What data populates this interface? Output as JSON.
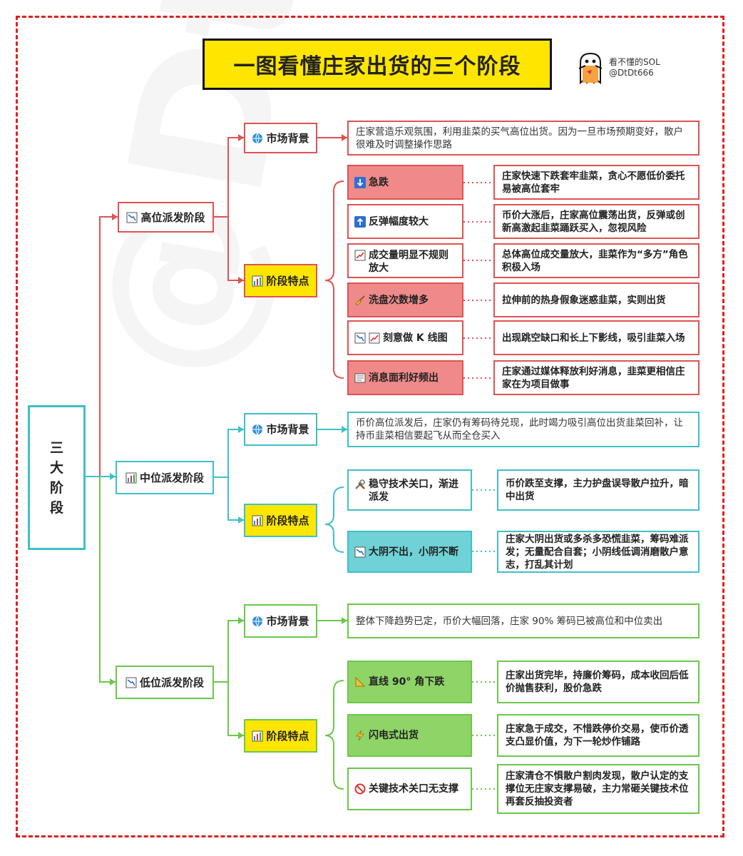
{
  "title": "一图看懂庄家出货的三个阶段",
  "author": {
    "name": "看不懂的SOL",
    "handle": "@DtDt666"
  },
  "root": "三大阶段",
  "colors": {
    "red": "#e05252",
    "cyan": "#3fc0c8",
    "green": "#6ac84a",
    "yellow": "#ffe600",
    "frame": "#e02020"
  },
  "stages": [
    {
      "name": "高位派发阶段",
      "icon": "chart-down-icon",
      "background_label": "市场背景",
      "background_text": "庄家营造乐观氛围，利用韭菜的买气高位出货。因为一旦市场预期变好，散户很难及时调整操作思路",
      "features_label": "阶段特点",
      "features": [
        {
          "label": "急跌",
          "icon": "down-arrow-icon",
          "filled": true,
          "desc": "庄家快速下跌套牢韭菜，贪心不愿低价委托易被高位套牢"
        },
        {
          "label": "反弹幅度较大",
          "icon": "up-arrow-icon",
          "filled": false,
          "desc": "币价大涨后，庄家高位震荡出货，反弹或创新高激起韭菜踊跃买入，忽视风险"
        },
        {
          "label": "成交量明显不规则放大",
          "icon": "chart-up-icon",
          "filled": false,
          "desc": "总体高位成交量放大，韭菜作为“多方”角色积极入场"
        },
        {
          "label": "洗盘次数增多",
          "icon": "broom-icon",
          "filled": true,
          "desc": "拉伸前的热身假象迷惑韭菜，实则出货"
        },
        {
          "label": "刻意做 K 线图",
          "icon": "chart-down-up-icon",
          "filled": false,
          "desc": "出现跳空缺口和长上下影线，吸引韭菜入场"
        },
        {
          "label": "消息面利好频出",
          "icon": "newspaper-icon",
          "filled": true,
          "desc": "庄家通过媒体释放利好消息，韭菜更相信庄家在为项目做事"
        }
      ]
    },
    {
      "name": "中位派发阶段",
      "icon": "bar-chart-icon",
      "background_label": "市场背景",
      "background_text": "币价高位派发后，庄家仍有筹码待兑现，此时竭力吸引高位出货韭菜回补，让持币韭菜相信要起飞从而全仓买入",
      "features_label": "阶段特点",
      "features": [
        {
          "label": "稳守技术关口，渐进派发",
          "icon": "tools-icon",
          "filled": false,
          "desc": "币价跌至支撑，主力护盘误导散户拉升，暗中出货"
        },
        {
          "label": "大阴不出，小阴不断",
          "icon": "chart-down-icon",
          "filled": true,
          "desc": "庄家大阴出货或多杀多恐慌韭菜，筹码难派发；无量配合自套；小阴线低调消磨散户意志，打乱其计划"
        }
      ]
    },
    {
      "name": "低位派发阶段",
      "icon": "chart-down-icon",
      "background_label": "市场背景",
      "background_text": "整体下降趋势已定，币价大幅回落，庄家 90% 筹码已被高位和中位卖出",
      "features_label": "阶段特点",
      "features": [
        {
          "label": "直线 90° 角下跌",
          "icon": "triangle-ruler-icon",
          "filled": true,
          "desc": "庄家出货完毕，持廉价筹码，成本收回后低价抛售获利，股价急跌"
        },
        {
          "label": "闪电式出货",
          "icon": "lightning-icon",
          "filled": true,
          "desc": "庄家急于成交，不惜跌停价交易，使币价透支凸显价值，为下一轮炒作铺路"
        },
        {
          "label": "关键技术关口无支撑",
          "icon": "prohibited-icon",
          "filled": false,
          "desc": "庄家清仓不惧散户割肉发现，散户认定的支撑位无庄家支撑易破，主力常砸关键技术位再套反抽投资者"
        }
      ]
    }
  ]
}
